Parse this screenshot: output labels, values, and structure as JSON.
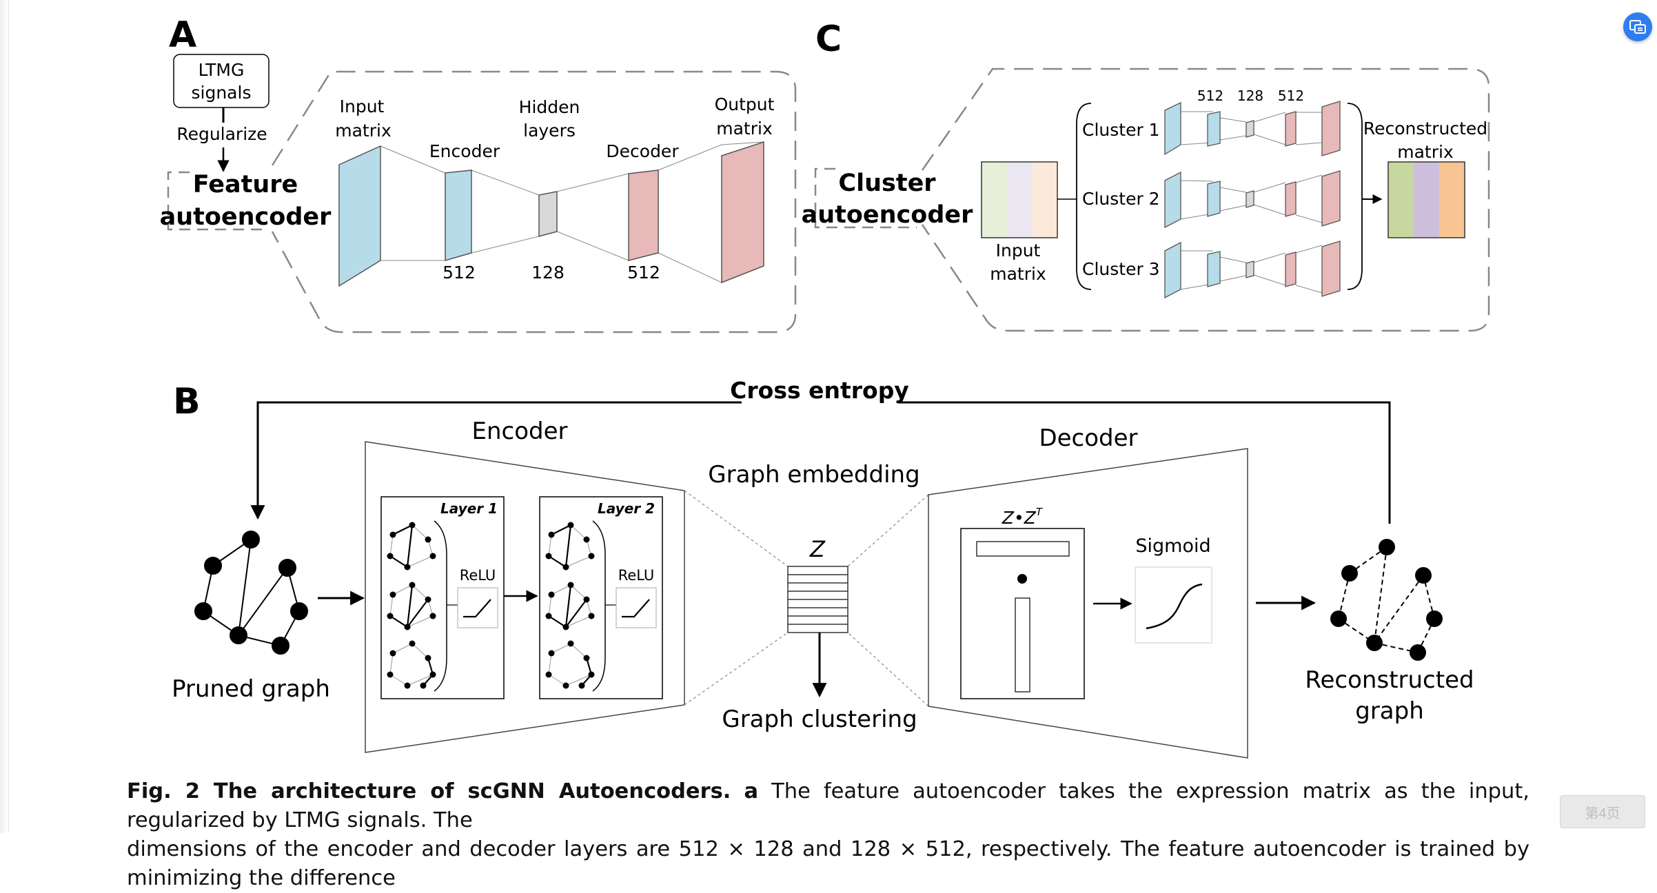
{
  "panels": {
    "a": {
      "letter": "A",
      "ltmg": [
        "LTMG",
        "signals"
      ],
      "regularize": "Regularize",
      "block": [
        "Feature",
        "autoencoder"
      ],
      "input": [
        "Input",
        "matrix"
      ],
      "encoder": "Encoder",
      "hidden": [
        "Hidden",
        "layers"
      ],
      "decoder": "Decoder",
      "output": [
        "Output",
        "matrix"
      ],
      "dims": [
        "512",
        "128",
        "512"
      ]
    },
    "c": {
      "letter": "C",
      "block": [
        "Cluster",
        "autoencoder"
      ],
      "input": [
        "Input",
        "matrix"
      ],
      "clusters": [
        "Cluster 1",
        "Cluster 2",
        "Cluster 3"
      ],
      "dims": [
        "512",
        "128",
        "512"
      ],
      "reconstructed": [
        "Reconstructed",
        "matrix"
      ]
    },
    "b": {
      "letter": "B",
      "cross_entropy": "Cross entropy",
      "encoder": "Encoder",
      "decoder": "Decoder",
      "graph_embedding": "Graph embedding",
      "z": "Z",
      "zzt": "Z•Z",
      "zzt_sup": "T",
      "sigmoid": "Sigmoid",
      "layer1": "Layer 1",
      "layer2": "Layer 2",
      "relu": "ReLU",
      "pruned": "Pruned graph",
      "graph_clustering": "Graph clustering",
      "reconstructed": [
        "Reconstructed",
        "graph"
      ]
    }
  },
  "colors": {
    "blue": "#b7dce9",
    "pink": "#e8b9b9",
    "gray": "#d9d9d9",
    "green": "#c6d89f",
    "purple": "#cdbfdc",
    "orange": "#f8c493",
    "light_green": "#e7efd9",
    "light_purple": "#ebe7f0",
    "light_orange": "#fde9d9"
  },
  "caption": {
    "label": "Fig. 2 The architecture of scGNN Autoencoders.",
    "panel": "a",
    "line1": " The feature autoencoder takes the expression matrix as the input, regularized by LTMG signals. The",
    "line2": "dimensions of the encoder and decoder layers are 512 × 128 and 128 × 512, respectively. The feature autoencoder is trained by minimizing the difference"
  },
  "viewer": {
    "page_badge": "第4页",
    "tool_button_icon": "translate-icon"
  }
}
